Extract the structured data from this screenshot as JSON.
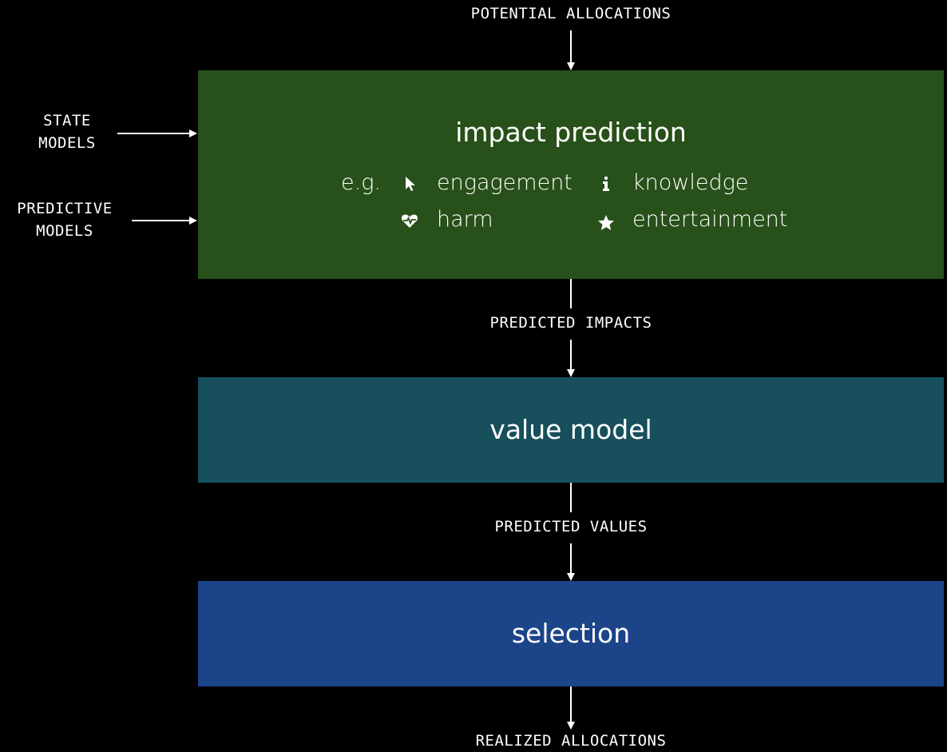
{
  "inputs": {
    "top": "POTENTIAL ALLOCATIONS",
    "state_models": [
      "STATE",
      "MODELS"
    ],
    "predictive_models": [
      "PREDICTIVE",
      "MODELS"
    ]
  },
  "stages": {
    "impact": {
      "title": "impact prediction",
      "eg_label": "e.g.",
      "examples": [
        {
          "label": "engagement",
          "icon": "cursor-icon"
        },
        {
          "label": "knowledge",
          "icon": "info-icon"
        },
        {
          "label": "harm",
          "icon": "heart-pulse-icon"
        },
        {
          "label": "entertainment",
          "icon": "star-icon"
        }
      ],
      "color": "#28501a"
    },
    "value": {
      "title": "value model",
      "color": "#174f5c"
    },
    "selection": {
      "title": "selection",
      "color": "#1c4489"
    }
  },
  "flows": {
    "predicted_impacts": "PREDICTED IMPACTS",
    "predicted_values": "PREDICTED VALUES",
    "output": "REALIZED ALLOCATIONS"
  }
}
